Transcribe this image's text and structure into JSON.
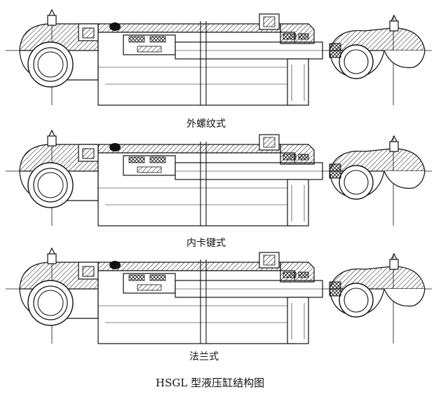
{
  "figure": {
    "title": "HSGL 型液压缸结构图",
    "variants": [
      {
        "caption": "外螺纹式"
      },
      {
        "caption": "内卡键式"
      },
      {
        "caption": "法兰式"
      }
    ]
  },
  "colors": {
    "ink": "#111111",
    "paper": "#ffffff"
  }
}
